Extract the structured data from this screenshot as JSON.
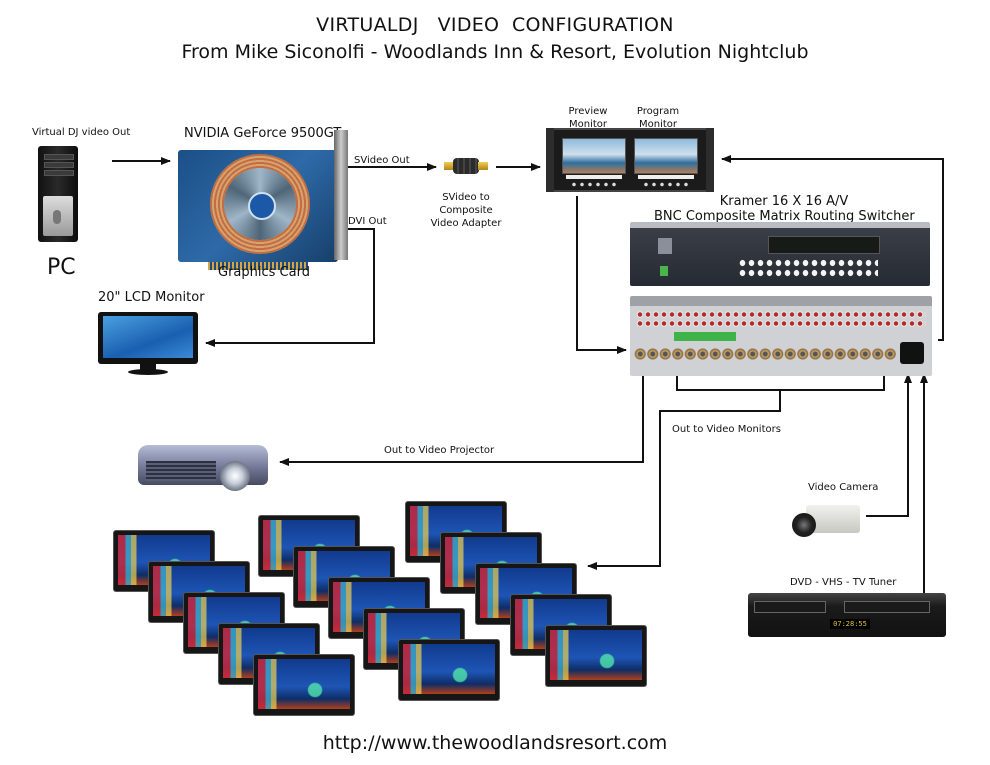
{
  "header": {
    "title": "VIRTUALDJ   VIDEO  CONFIGURATION",
    "subtitle": "From Mike Siconolfi - Woodlands Inn & Resort, Evolution Nightclub"
  },
  "footer": {
    "url": "http://www.thewoodlandsresort.com"
  },
  "devices": {
    "pc": {
      "caption": "Virtual DJ video Out",
      "label": "PC",
      "icon": "desktop-tower-icon"
    },
    "graphics_card": {
      "title": "NVIDIA GeForce 9500GT",
      "label": "Graphics Card",
      "svideo_out": "SVideo Out",
      "dvi_out": "DVI Out",
      "icon": "graphics-card-icon"
    },
    "adapter": {
      "label_line1": "SVideo to",
      "label_line2": "Composite",
      "label_line3": "Video Adapter",
      "icon": "svideo-adapter-icon"
    },
    "dual_monitor": {
      "preview_line1": "Preview",
      "preview_line2": "Monitor",
      "program_line1": "Program",
      "program_line2": "Monitor",
      "icon": "rack-monitor-icon"
    },
    "switcher": {
      "label_line1": "Kramer 16 X 16 A/V",
      "label_line2": "BNC Composite Matrix Routing Switcher",
      "icon": "matrix-switcher-icon"
    },
    "lcd_monitor": {
      "label": "20\" LCD Monitor",
      "icon": "lcd-monitor-icon"
    },
    "projector": {
      "label": "Out to Video Projector",
      "icon": "projector-icon"
    },
    "video_monitors": {
      "label": "Out to Video Monitors",
      "count": 15,
      "icon": "tv-monitor-icon"
    },
    "camera": {
      "label": "Video Camera",
      "icon": "video-camera-icon"
    },
    "dvd": {
      "label": "DVD - VHS - TV Tuner",
      "icon": "dvd-vhs-player-icon",
      "display": "07:28:55"
    }
  },
  "connections": [
    {
      "from": "PC",
      "to": "Graphics Card"
    },
    {
      "from": "Graphics Card",
      "to": "SVideo to Composite Video Adapter",
      "via": "SVideo Out"
    },
    {
      "from": "SVideo to Composite Video Adapter",
      "to": "Preview/Program Monitor"
    },
    {
      "from": "Graphics Card",
      "to": "20\" LCD Monitor",
      "via": "DVI Out"
    },
    {
      "from": "Preview/Program Monitor",
      "to": "Kramer Switcher"
    },
    {
      "from": "Kramer Switcher",
      "to": "Preview/Program Monitor"
    },
    {
      "from": "Kramer Switcher",
      "to": "Video Projector"
    },
    {
      "from": "Kramer Switcher",
      "to": "Video Monitors"
    },
    {
      "from": "Video Camera",
      "to": "Kramer Switcher"
    },
    {
      "from": "DVD - VHS - TV Tuner",
      "to": "Kramer Switcher"
    }
  ],
  "colors": {
    "wire": "#111111",
    "background": "#ffffff"
  }
}
